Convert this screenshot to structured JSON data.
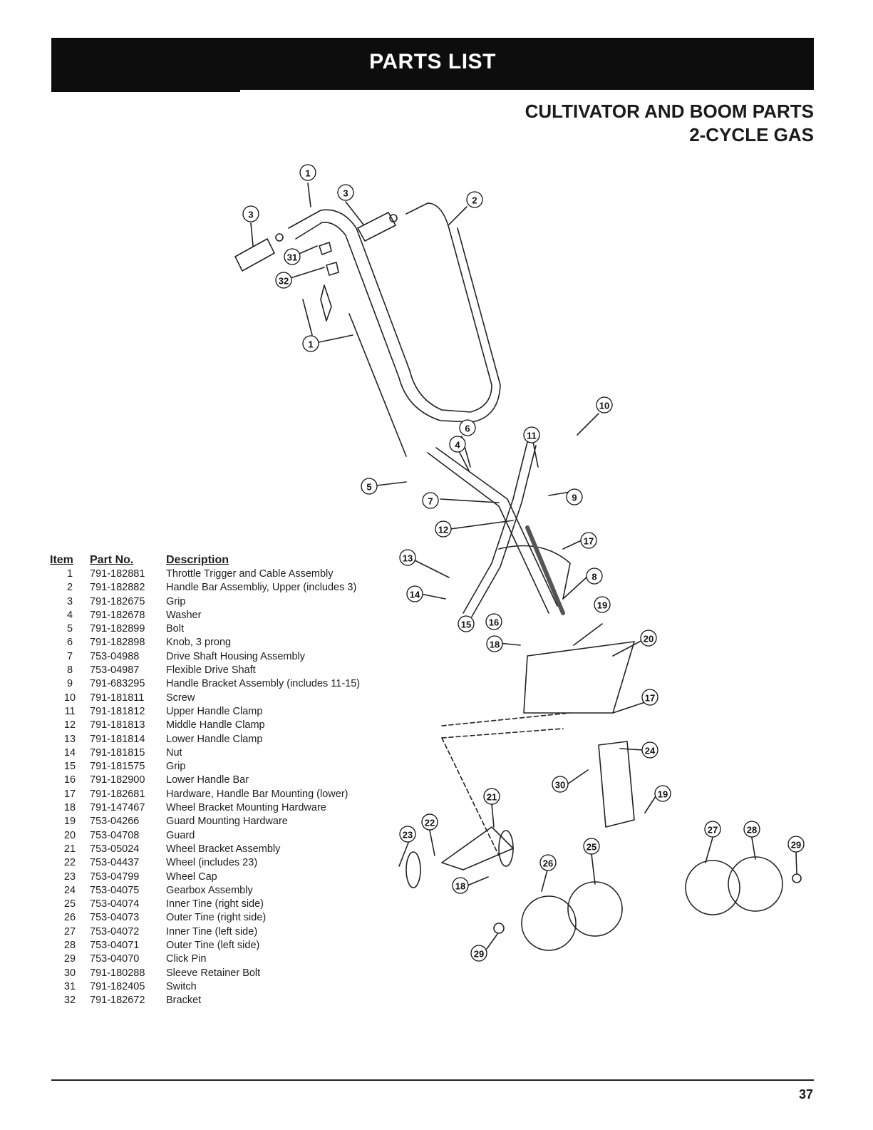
{
  "header": {
    "banner_title": "PARTS LIST"
  },
  "section": {
    "title_line1": "CULTIVATOR AND BOOM PARTS",
    "title_line2": "2-CYCLE GAS"
  },
  "table": {
    "headers": {
      "item": "Item",
      "part_no": "Part No.",
      "description": "Description"
    },
    "rows": [
      {
        "item": "1",
        "part_no": "791-182881",
        "description": "Throttle Trigger and Cable Assembly"
      },
      {
        "item": "2",
        "part_no": "791-182882",
        "description": "Handle Bar Assembliy, Upper (includes 3)"
      },
      {
        "item": "3",
        "part_no": "791-182675",
        "description": "Grip"
      },
      {
        "item": "4",
        "part_no": "791-182678",
        "description": "Washer"
      },
      {
        "item": "5",
        "part_no": "791-182899",
        "description": "Bolt"
      },
      {
        "item": "6",
        "part_no": "791-182898",
        "description": "Knob, 3 prong"
      },
      {
        "item": "7",
        "part_no": "753-04988",
        "description": "Drive Shaft Housing Assembly"
      },
      {
        "item": "8",
        "part_no": "753-04987",
        "description": "Flexible Drive Shaft"
      },
      {
        "item": "9",
        "part_no": "791-683295",
        "description": "Handle Bracket Assembly (includes 11-15)"
      },
      {
        "item": "10",
        "part_no": "791-181811",
        "description": "Screw"
      },
      {
        "item": "11",
        "part_no": "791-181812",
        "description": "Upper Handle Clamp"
      },
      {
        "item": "12",
        "part_no": "791-181813",
        "description": "Middle Handle Clamp"
      },
      {
        "item": "13",
        "part_no": "791-181814",
        "description": "Lower Handle Clamp"
      },
      {
        "item": "14",
        "part_no": "791-181815",
        "description": "Nut"
      },
      {
        "item": "15",
        "part_no": "791-181575",
        "description": "Grip"
      },
      {
        "item": "16",
        "part_no": "791-182900",
        "description": "Lower Handle Bar"
      },
      {
        "item": "17",
        "part_no": "791-182681",
        "description": "Hardware, Handle Bar Mounting (lower)"
      },
      {
        "item": "18",
        "part_no": "791-147467",
        "description": "Wheel Bracket Mounting Hardware"
      },
      {
        "item": "19",
        "part_no": "753-04266",
        "description": "Guard Mounting Hardware"
      },
      {
        "item": "20",
        "part_no": "753-04708",
        "description": "Guard"
      },
      {
        "item": "21",
        "part_no": "753-05024",
        "description": "Wheel Bracket Assembly"
      },
      {
        "item": "22",
        "part_no": "753-04437",
        "description": "Wheel (includes 23)"
      },
      {
        "item": "23",
        "part_no": "753-04799",
        "description": "Wheel Cap"
      },
      {
        "item": "24",
        "part_no": "753-04075",
        "description": "Gearbox Assembly"
      },
      {
        "item": "25",
        "part_no": "753-04074",
        "description": "Inner Tine (right side)"
      },
      {
        "item": "26",
        "part_no": "753-04073",
        "description": "Outer Tine (right side)"
      },
      {
        "item": "27",
        "part_no": "753-04072",
        "description": "Inner Tine (left side)"
      },
      {
        "item": "28",
        "part_no": "753-04071",
        "description": "Outer Tine (left side)"
      },
      {
        "item": "29",
        "part_no": "753-04070",
        "description": "Click Pin"
      },
      {
        "item": "30",
        "part_no": "791-180288",
        "description": "Sleeve Retainer Bolt"
      },
      {
        "item": "31",
        "part_no": "791-182405",
        "description": "Switch"
      },
      {
        "item": "32",
        "part_no": "791-182672",
        "description": "Bracket"
      }
    ]
  },
  "diagram": {
    "callouts": [
      "1",
      "3",
      "3",
      "2",
      "31",
      "32",
      "1",
      "10",
      "6",
      "4",
      "11",
      "5",
      "9",
      "7",
      "12",
      "17",
      "13",
      "8",
      "14",
      "19",
      "15",
      "16",
      "18",
      "20",
      "17",
      "24",
      "30",
      "21",
      "19",
      "22",
      "23",
      "25",
      "27",
      "28",
      "29",
      "26",
      "18",
      "29"
    ]
  },
  "footer": {
    "page_number": "37"
  }
}
